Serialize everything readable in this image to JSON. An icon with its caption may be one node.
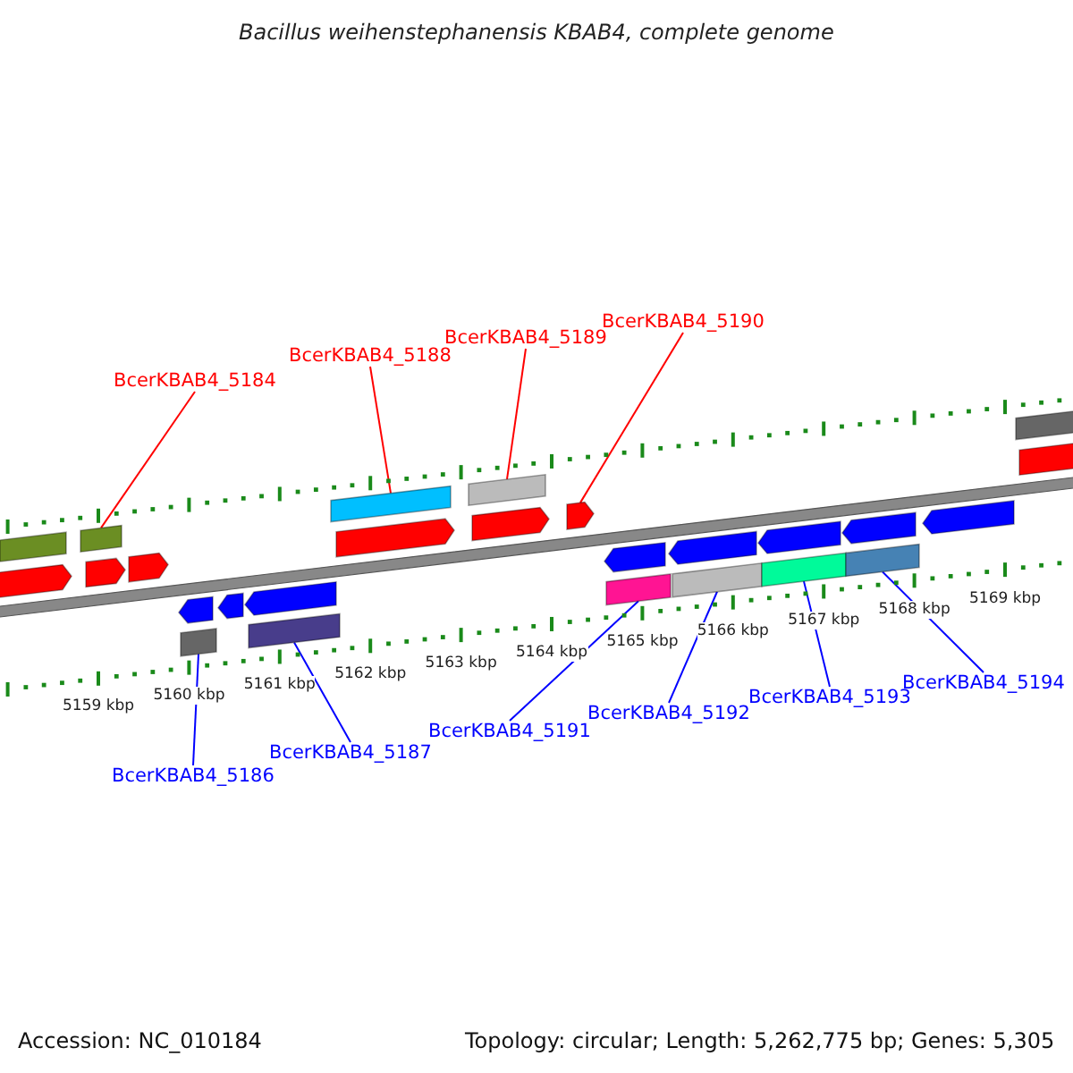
{
  "diagram": {
    "title": "Bacillus weihenstephanensis KBAB4, complete genome",
    "nodes": [
      {
        "text": [
          "BcerKBAB4_5190"
        ]
      },
      {
        "text": [
          "BcerKBAB4_5189"
        ]
      },
      {
        "text": [
          "BcerKBAB4_5188"
        ]
      },
      {
        "text": [
          "BcerKBAB4_5184"
        ]
      },
      {
        "text": [],
        "shape": "arrow"
      },
      {
        "text": [],
        "shape": "bar"
      },
      {
        "text": [],
        "shape": "bar"
      },
      {
        "text": [],
        "shape": "arrow"
      },
      {
        "text": [],
        "shape": "arrow"
      },
      {
        "text": [],
        "shape": "arrow"
      },
      {
        "text": [],
        "shape": "bar"
      },
      {
        "text": [],
        "shape": "arrow"
      },
      {
        "text": [],
        "shape": "arrow"
      },
      {
        "text": [],
        "shape": "bar"
      },
      {
        "text": [],
        "shape": "bar"
      },
      {
        "text": [],
        "shape": "arrow"
      },
      {
        "text": [],
        "shape": "bar"
      },
      {
        "text": [],
        "shape": "arrow"
      },
      {
        "text": [],
        "shape": "arrow"
      },
      {
        "text": [],
        "shape": "arrow"
      },
      {
        "text": [],
        "shape": "bar"
      },
      {
        "text": [],
        "shape": "arrow"
      },
      {
        "text": [],
        "shape": "bar"
      },
      {
        "text": [],
        "shape": "arrow"
      },
      {
        "text": [],
        "shape": "bar"
      },
      {
        "text": [],
        "shape": "arrow"
      },
      {
        "text": [],
        "shape": "bar"
      },
      {
        "text": [],
        "shape": "arrow"
      },
      {
        "text": [],
        "shape": "bar"
      },
      {
        "text": [],
        "shape": "arrow"
      },
      {
        "text": [
          "BcerKBAB4_5186"
        ]
      },
      {
        "text": [
          "BcerKBAB4_5187"
        ]
      },
      {
        "text": [
          "BcerKBAB4_5191"
        ]
      },
      {
        "text": [
          "BcerKBAB4_5192"
        ]
      },
      {
        "text": [
          "BcerKBAB4_5193"
        ]
      },
      {
        "text": [
          "BcerKBAB4_5194"
        ]
      }
    ],
    "edges": [
      {
        "from": 0,
        "to": 18,
        "arrow": "none",
        "color": "#ff0000"
      },
      {
        "from": 1,
        "to": 16,
        "arrow": "none",
        "color": "#ff0000"
      },
      {
        "from": 2,
        "to": 14,
        "arrow": "none",
        "color": "#ff0000"
      },
      {
        "from": 3,
        "to": 6,
        "arrow": "none",
        "color": "#ff0000"
      },
      {
        "from": 30,
        "to": 10,
        "arrow": "none"
      },
      {
        "from": 31,
        "to": 13,
        "arrow": "none"
      },
      {
        "from": 32,
        "to": 20,
        "arrow": "none"
      },
      {
        "from": 33,
        "to": 22,
        "arrow": "none"
      },
      {
        "from": 34,
        "to": 24,
        "arrow": "none"
      },
      {
        "from": 35,
        "to": 26,
        "arrow": "none"
      }
    ],
    "labels": [
      "5159 kbp",
      "5160 kbp",
      "5161 kbp",
      "5162 kbp",
      "5163 kbp",
      "5164 kbp",
      "5165 kbp",
      "5166 kbp",
      "5167 kbp",
      "5168 kbp",
      "5169 kbp",
      "Accession: NC_010184",
      "Topology: circular; Length: 5,262,775 bp; Genes: 5,305"
    ]
  }
}
